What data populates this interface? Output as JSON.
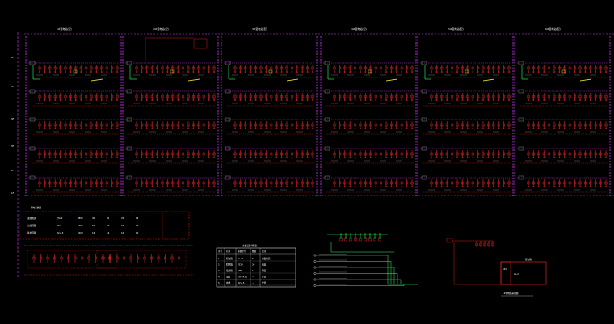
{
  "drawing": {
    "background": "#000000",
    "colors": {
      "riser": "#d23cff",
      "device": "#ff2a2a",
      "frame": "#cc2200",
      "wire": "#9aa0ff",
      "green": "#33ff66",
      "yellow": "#ffff33",
      "text": "#e8e8e8",
      "cyan": "#33ffff"
    },
    "column_titles": [
      "1#变电站(配)",
      "2#变电站(配)",
      "3#变电站(配)",
      "4#变电站(配)",
      "5#变电站(配)",
      "6#变电站(配)"
    ],
    "floor_labels": [
      "6F",
      "5F",
      "4F",
      "3F",
      "2F",
      "1F"
    ],
    "legend_table": {
      "title": "主要设备材料表",
      "headers": [
        "序号",
        "名称",
        "规格型号",
        "数量",
        "备注"
      ],
      "rows": [
        [
          "1",
          "配电箱",
          "XL-21",
          "6",
          "成套供货"
        ],
        [
          "2",
          "照明箱",
          "PZ30",
          "30",
          "暗装"
        ],
        [
          "3",
          "插座箱",
          "XMR",
          "12",
          "明装"
        ],
        [
          "4",
          "电缆",
          "YJV-5×16",
          "—",
          "穿管"
        ],
        [
          "5",
          "电线",
          "BV-2.5",
          "—",
          "穿管"
        ]
      ]
    },
    "lower_left_box": {
      "title": "配电系统图",
      "rows": [
        [
          "进线电源",
          "YJV22",
          "380V",
          "40",
          "32",
          "25",
          "16"
        ],
        [
          "出线回路",
          "BV-4",
          "220V",
          "20",
          "16",
          "16",
          "10"
        ],
        [
          "备用回路",
          "BV-2.5",
          "220V",
          "16",
          "16",
          "10",
          "10"
        ]
      ]
    },
    "lower_right_caption": "1#配电箱系统图",
    "right_box_labels": [
      "配电箱",
      "AP1",
      "XL-21"
    ]
  }
}
